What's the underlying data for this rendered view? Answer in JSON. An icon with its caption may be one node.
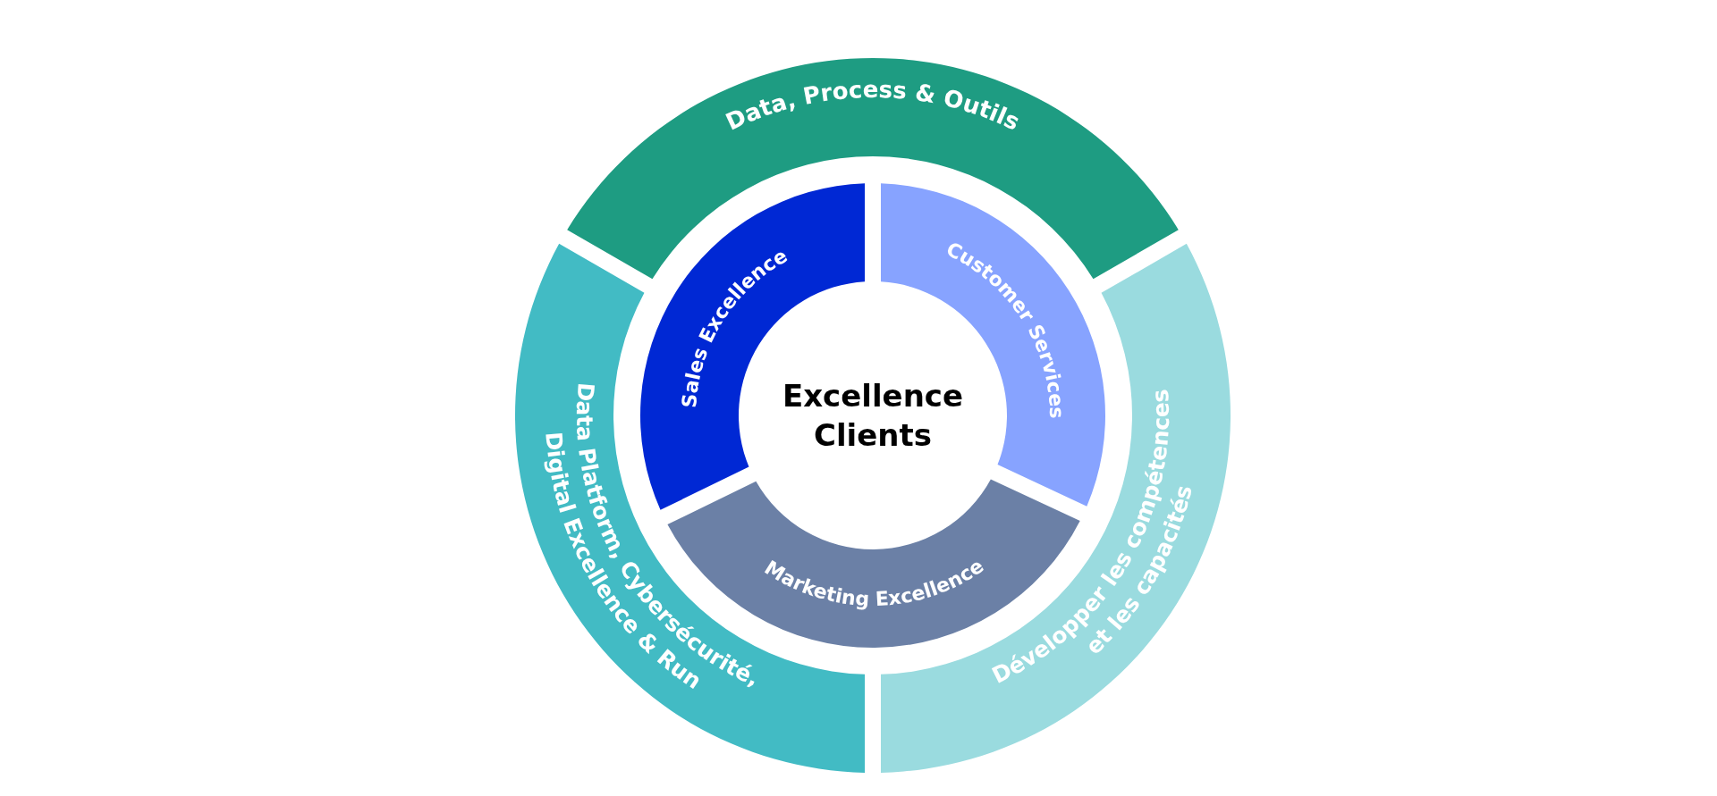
{
  "diagram": {
    "nodes": [
      {
        "text": [
          "Data, Process & Outils"
        ]
      },
      {
        "text": [
          "Data Platform, Cybersécurité, Digital Excellence & Run"
        ]
      },
      {
        "text": [
          "Développer les compétences et les capacités"
        ]
      },
      {
        "text": [
          "Sales Excellence"
        ]
      },
      {
        "text": [
          "Customer Services"
        ]
      },
      {
        "text": [
          "Marketing Excellence"
        ]
      },
      {
        "text": [
          "Excellence Clients"
        ]
      }
    ]
  }
}
